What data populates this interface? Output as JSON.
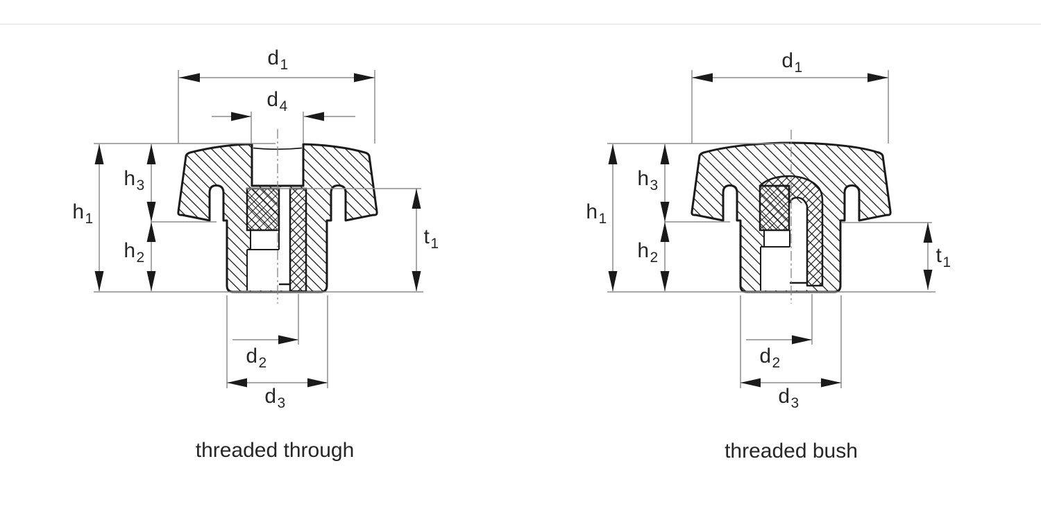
{
  "page": {
    "background": "#ffffff",
    "divider_color": "#ededed",
    "outline_color": "#1a1a1a",
    "dimension_line_color": "#8c8c8c",
    "text_color": "#262626"
  },
  "figures": [
    {
      "id": "threaded-through",
      "caption": "threaded through",
      "dims": {
        "d1": {
          "main": "d",
          "sub": "1"
        },
        "d4": {
          "main": "d",
          "sub": "4"
        },
        "h1": {
          "main": "h",
          "sub": "1"
        },
        "h3": {
          "main": "h",
          "sub": "3"
        },
        "h2": {
          "main": "h",
          "sub": "2"
        },
        "t1": {
          "main": "t",
          "sub": "1"
        },
        "d2": {
          "main": "d",
          "sub": "2"
        },
        "d3": {
          "main": "d",
          "sub": "3"
        }
      }
    },
    {
      "id": "threaded-bush",
      "caption": "threaded bush",
      "dims": {
        "d1": {
          "main": "d",
          "sub": "1"
        },
        "h1": {
          "main": "h",
          "sub": "1"
        },
        "h3": {
          "main": "h",
          "sub": "3"
        },
        "h2": {
          "main": "h",
          "sub": "2"
        },
        "t1": {
          "main": "t",
          "sub": "1"
        },
        "d2": {
          "main": "d",
          "sub": "2"
        },
        "d3": {
          "main": "d",
          "sub": "3"
        }
      }
    }
  ]
}
